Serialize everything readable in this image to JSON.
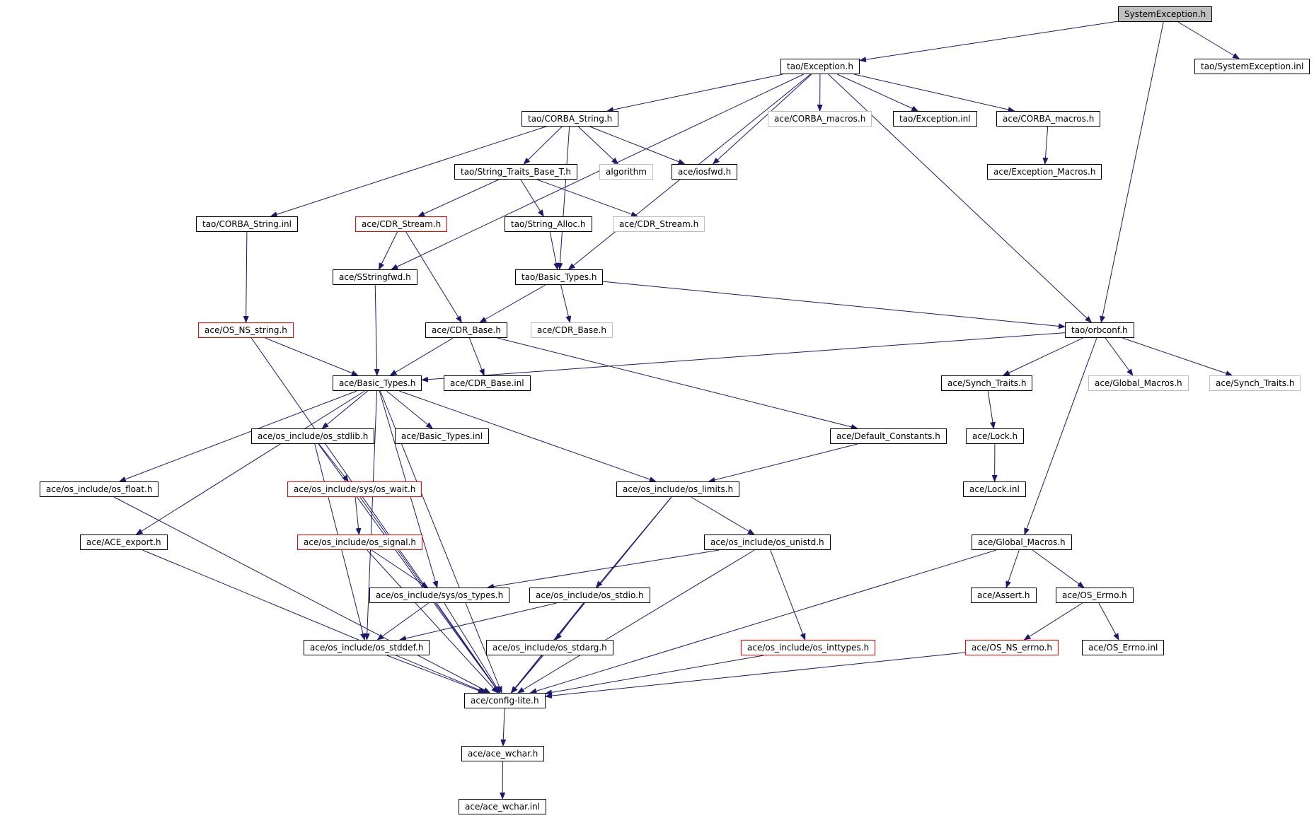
{
  "colors": {
    "edge": "#191970",
    "root_fill": "#bfbfbf",
    "node_border": "#000000",
    "incomplete_border": "#ff0000",
    "external_border": "#bfbfbf"
  },
  "nodes": {
    "system_exception_h": {
      "label": "SystemException.h",
      "kind": "root"
    },
    "tao_exception_h": {
      "label": "tao/Exception.h",
      "kind": "normal"
    },
    "tao_systemexception_inl": {
      "label": "tao/SystemException.inl",
      "kind": "normal"
    },
    "tao_corba_string_h": {
      "label": "tao/CORBA_String.h",
      "kind": "normal"
    },
    "ace_corba_macros_h_ext": {
      "label": "ace/CORBA_macros.h",
      "kind": "external"
    },
    "tao_exception_inl": {
      "label": "tao/Exception.inl",
      "kind": "normal"
    },
    "ace_corba_macros_h": {
      "label": "ace/CORBA_macros.h",
      "kind": "normal"
    },
    "tao_string_traits_base_t_h": {
      "label": "tao/String_Traits_Base_T.h",
      "kind": "normal"
    },
    "algorithm": {
      "label": "algorithm",
      "kind": "external"
    },
    "ace_iosfwd_h": {
      "label": "ace/iosfwd.h",
      "kind": "normal"
    },
    "ace_exception_macros_h": {
      "label": "ace/Exception_Macros.h",
      "kind": "normal"
    },
    "tao_corba_string_inl": {
      "label": "tao/CORBA_String.inl",
      "kind": "normal"
    },
    "ace_cdr_stream_h": {
      "label": "ace/CDR_Stream.h",
      "kind": "incomplete"
    },
    "tao_string_alloc_h": {
      "label": "tao/String_Alloc.h",
      "kind": "normal"
    },
    "ace_cdr_stream_h_ext": {
      "label": "ace/CDR_Stream.h",
      "kind": "external"
    },
    "ace_sstringfwd_h": {
      "label": "ace/SStringfwd.h",
      "kind": "normal"
    },
    "tao_basic_types_h": {
      "label": "tao/Basic_Types.h",
      "kind": "normal"
    },
    "ace_os_ns_string_h": {
      "label": "ace/OS_NS_string.h",
      "kind": "incomplete"
    },
    "ace_cdr_base_h": {
      "label": "ace/CDR_Base.h",
      "kind": "normal"
    },
    "ace_cdr_base_h_ext": {
      "label": "ace/CDR_Base.h",
      "kind": "external"
    },
    "tao_orbconf_h": {
      "label": "tao/orbconf.h",
      "kind": "normal"
    },
    "ace_basic_types_h": {
      "label": "ace/Basic_Types.h",
      "kind": "normal"
    },
    "ace_cdr_base_inl": {
      "label": "ace/CDR_Base.inl",
      "kind": "normal"
    },
    "ace_synch_traits_h": {
      "label": "ace/Synch_Traits.h",
      "kind": "normal"
    },
    "ace_global_macros_h_ext": {
      "label": "ace/Global_Macros.h",
      "kind": "external"
    },
    "ace_synch_traits_h_ext": {
      "label": "ace/Synch_Traits.h",
      "kind": "external"
    },
    "ace_os_include_os_stdlib_h": {
      "label": "ace/os_include/os_stdlib.h",
      "kind": "normal"
    },
    "ace_basic_types_inl": {
      "label": "ace/Basic_Types.inl",
      "kind": "normal"
    },
    "ace_default_constants_h": {
      "label": "ace/Default_Constants.h",
      "kind": "normal"
    },
    "ace_lock_h": {
      "label": "ace/Lock.h",
      "kind": "normal"
    },
    "ace_os_include_os_float_h": {
      "label": "ace/os_include/os_float.h",
      "kind": "normal"
    },
    "ace_os_include_sys_os_wait_h": {
      "label": "ace/os_include/sys/os_wait.h",
      "kind": "incomplete"
    },
    "ace_os_include_os_limits_h": {
      "label": "ace/os_include/os_limits.h",
      "kind": "normal"
    },
    "ace_lock_inl": {
      "label": "ace/Lock.inl",
      "kind": "normal"
    },
    "ace_ace_export_h": {
      "label": "ace/ACE_export.h",
      "kind": "normal"
    },
    "ace_os_include_os_signal_h": {
      "label": "ace/os_include/os_signal.h",
      "kind": "incomplete"
    },
    "ace_os_include_os_unistd_h": {
      "label": "ace/os_include/os_unistd.h",
      "kind": "normal"
    },
    "ace_global_macros_h": {
      "label": "ace/Global_Macros.h",
      "kind": "normal"
    },
    "ace_os_include_sys_os_types_h": {
      "label": "ace/os_include/sys/os_types.h",
      "kind": "normal"
    },
    "ace_os_include_os_stdio_h": {
      "label": "ace/os_include/os_stdio.h",
      "kind": "normal"
    },
    "ace_assert_h": {
      "label": "ace/Assert.h",
      "kind": "normal"
    },
    "ace_os_errno_h": {
      "label": "ace/OS_Errno.h",
      "kind": "normal"
    },
    "ace_os_include_os_stddef_h": {
      "label": "ace/os_include/os_stddef.h",
      "kind": "normal"
    },
    "ace_os_include_os_stdarg_h": {
      "label": "ace/os_include/os_stdarg.h",
      "kind": "normal"
    },
    "ace_os_include_os_inttypes_h": {
      "label": "ace/os_include/os_inttypes.h",
      "kind": "incomplete"
    },
    "ace_os_ns_errno_h": {
      "label": "ace/OS_NS_errno.h",
      "kind": "incomplete"
    },
    "ace_os_errno_inl": {
      "label": "ace/OS_Errno.inl",
      "kind": "normal"
    },
    "ace_config_lite_h": {
      "label": "ace/config-lite.h",
      "kind": "normal"
    },
    "ace_ace_wchar_h": {
      "label": "ace/ace_wchar.h",
      "kind": "normal"
    },
    "ace_ace_wchar_inl": {
      "label": "ace/ace_wchar.inl",
      "kind": "normal"
    }
  },
  "edges": [
    [
      "system_exception_h",
      "tao_exception_h"
    ],
    [
      "system_exception_h",
      "tao_systemexception_inl"
    ],
    [
      "system_exception_h",
      "tao_orbconf_h"
    ],
    [
      "tao_exception_h",
      "tao_corba_string_h"
    ],
    [
      "tao_exception_h",
      "ace_corba_macros_h_ext"
    ],
    [
      "tao_exception_h",
      "tao_exception_inl"
    ],
    [
      "tao_exception_h",
      "ace_corba_macros_h"
    ],
    [
      "tao_exception_h",
      "ace_iosfwd_h"
    ],
    [
      "tao_exception_h",
      "ace_sstringfwd_h"
    ],
    [
      "tao_exception_h",
      "tao_basic_types_h"
    ],
    [
      "tao_exception_h",
      "tao_orbconf_h"
    ],
    [
      "tao_corba_string_h",
      "tao_string_traits_base_t_h"
    ],
    [
      "tao_corba_string_h",
      "algorithm"
    ],
    [
      "tao_corba_string_h",
      "ace_iosfwd_h"
    ],
    [
      "tao_corba_string_h",
      "tao_corba_string_inl"
    ],
    [
      "tao_corba_string_h",
      "tao_basic_types_h"
    ],
    [
      "ace_corba_macros_h",
      "ace_exception_macros_h"
    ],
    [
      "tao_string_traits_base_t_h",
      "ace_cdr_stream_h"
    ],
    [
      "tao_string_traits_base_t_h",
      "tao_string_alloc_h"
    ],
    [
      "tao_string_traits_base_t_h",
      "ace_cdr_stream_h_ext"
    ],
    [
      "tao_corba_string_inl",
      "ace_os_ns_string_h"
    ],
    [
      "ace_cdr_stream_h",
      "ace_sstringfwd_h"
    ],
    [
      "ace_cdr_stream_h",
      "ace_cdr_base_h"
    ],
    [
      "tao_string_alloc_h",
      "tao_basic_types_h"
    ],
    [
      "ace_sstringfwd_h",
      "ace_basic_types_h"
    ],
    [
      "tao_basic_types_h",
      "ace_cdr_base_h"
    ],
    [
      "tao_basic_types_h",
      "ace_cdr_base_h_ext"
    ],
    [
      "tao_basic_types_h",
      "tao_orbconf_h"
    ],
    [
      "ace_os_ns_string_h",
      "ace_basic_types_h"
    ],
    [
      "ace_os_ns_string_h",
      "ace_config_lite_h"
    ],
    [
      "ace_cdr_base_h",
      "ace_basic_types_h"
    ],
    [
      "ace_cdr_base_h",
      "ace_cdr_base_inl"
    ],
    [
      "ace_cdr_base_h",
      "ace_default_constants_h"
    ],
    [
      "tao_orbconf_h",
      "ace_basic_types_h"
    ],
    [
      "tao_orbconf_h",
      "ace_synch_traits_h"
    ],
    [
      "tao_orbconf_h",
      "ace_global_macros_h_ext"
    ],
    [
      "tao_orbconf_h",
      "ace_synch_traits_h_ext"
    ],
    [
      "tao_orbconf_h",
      "ace_global_macros_h"
    ],
    [
      "ace_basic_types_h",
      "ace_os_include_os_stdlib_h"
    ],
    [
      "ace_basic_types_h",
      "ace_basic_types_inl"
    ],
    [
      "ace_basic_types_h",
      "ace_os_include_os_float_h"
    ],
    [
      "ace_basic_types_h",
      "ace_ace_export_h"
    ],
    [
      "ace_basic_types_h",
      "ace_os_include_os_limits_h"
    ],
    [
      "ace_basic_types_h",
      "ace_os_include_sys_os_types_h"
    ],
    [
      "ace_basic_types_h",
      "ace_os_include_os_stddef_h"
    ],
    [
      "ace_basic_types_h",
      "ace_config_lite_h"
    ],
    [
      "ace_synch_traits_h",
      "ace_lock_h"
    ],
    [
      "ace_lock_h",
      "ace_lock_inl"
    ],
    [
      "ace_os_include_os_stdlib_h",
      "ace_os_include_sys_os_wait_h"
    ],
    [
      "ace_os_include_os_stdlib_h",
      "ace_os_include_os_stddef_h"
    ],
    [
      "ace_os_include_os_stdlib_h",
      "ace_config_lite_h"
    ],
    [
      "ace_default_constants_h",
      "ace_os_include_os_limits_h"
    ],
    [
      "ace_os_include_os_float_h",
      "ace_config_lite_h"
    ],
    [
      "ace_ace_export_h",
      "ace_config_lite_h"
    ],
    [
      "ace_os_include_sys_os_wait_h",
      "ace_os_include_os_signal_h"
    ],
    [
      "ace_os_include_sys_os_wait_h",
      "ace_config_lite_h"
    ],
    [
      "ace_os_include_os_signal_h",
      "ace_os_include_sys_os_types_h"
    ],
    [
      "ace_os_include_os_signal_h",
      "ace_config_lite_h"
    ],
    [
      "ace_os_include_os_limits_h",
      "ace_os_include_os_unistd_h"
    ],
    [
      "ace_os_include_os_limits_h",
      "ace_os_include_os_stdio_h"
    ],
    [
      "ace_os_include_os_limits_h",
      "ace_config_lite_h"
    ],
    [
      "ace_os_include_os_unistd_h",
      "ace_os_include_sys_os_types_h"
    ],
    [
      "ace_os_include_os_unistd_h",
      "ace_os_include_os_inttypes_h"
    ],
    [
      "ace_os_include_os_unistd_h",
      "ace_config_lite_h"
    ],
    [
      "ace_os_include_sys_os_types_h",
      "ace_os_include_os_stddef_h"
    ],
    [
      "ace_os_include_sys_os_types_h",
      "ace_config_lite_h"
    ],
    [
      "ace_os_include_os_stdio_h",
      "ace_os_include_os_stdarg_h"
    ],
    [
      "ace_os_include_os_stdio_h",
      "ace_os_include_os_stddef_h"
    ],
    [
      "ace_os_include_os_stdio_h",
      "ace_config_lite_h"
    ],
    [
      "ace_global_macros_h",
      "ace_assert_h"
    ],
    [
      "ace_global_macros_h",
      "ace_os_errno_h"
    ],
    [
      "ace_global_macros_h",
      "ace_config_lite_h"
    ],
    [
      "ace_os_errno_h",
      "ace_os_ns_errno_h"
    ],
    [
      "ace_os_errno_h",
      "ace_os_errno_inl"
    ],
    [
      "ace_os_ns_errno_h",
      "ace_config_lite_h"
    ],
    [
      "ace_os_include_os_stddef_h",
      "ace_config_lite_h"
    ],
    [
      "ace_os_include_os_stdarg_h",
      "ace_config_lite_h"
    ],
    [
      "ace_os_include_os_inttypes_h",
      "ace_config_lite_h"
    ],
    [
      "ace_config_lite_h",
      "ace_ace_wchar_h"
    ],
    [
      "ace_ace_wchar_h",
      "ace_ace_wchar_inl"
    ]
  ]
}
